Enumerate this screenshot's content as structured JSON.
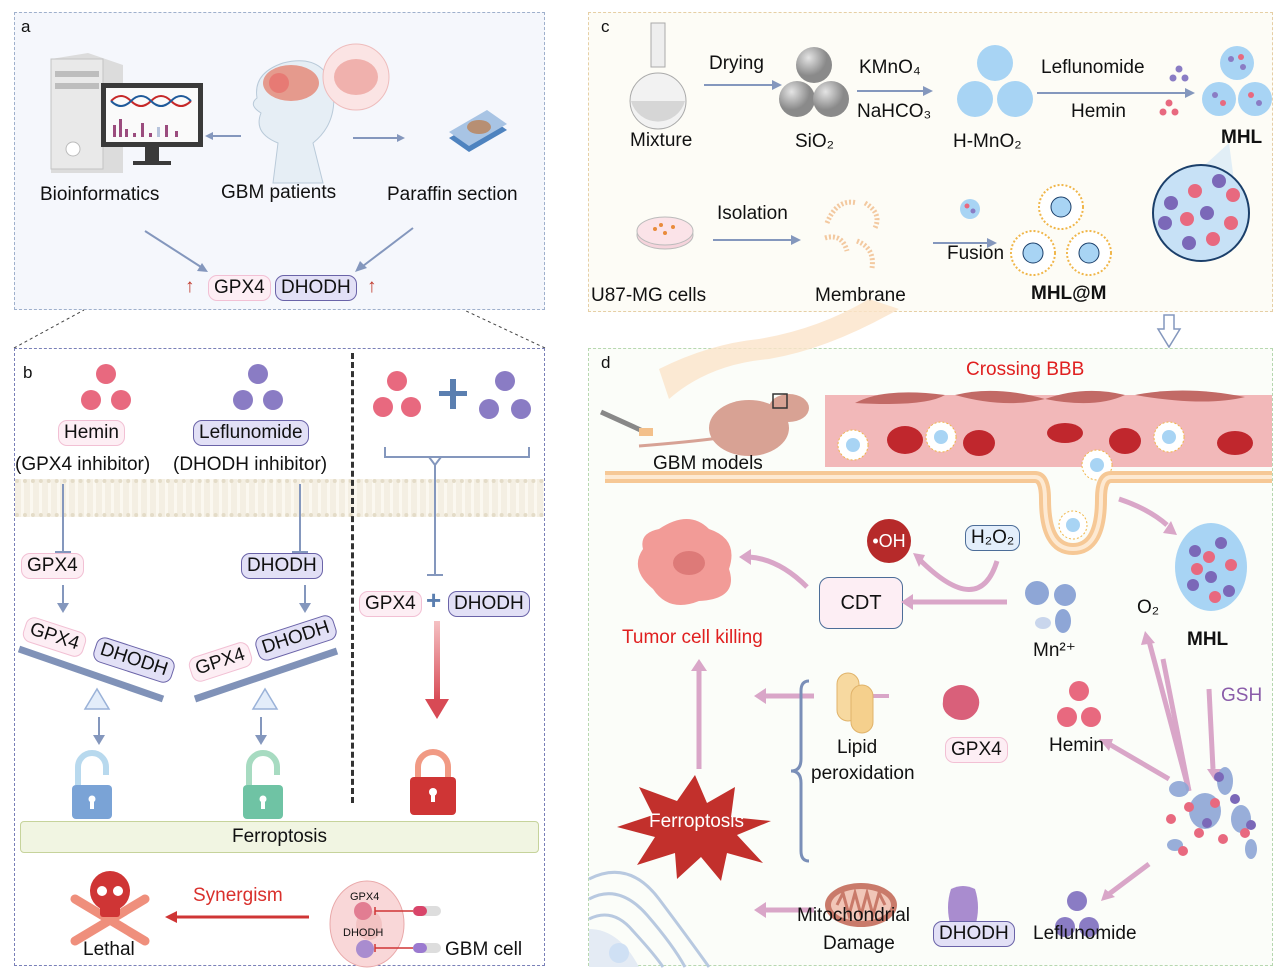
{
  "panels": {
    "a": {
      "label": "a",
      "bioinformatics": "Bioinformatics",
      "gbm_patients": "GBM patients",
      "paraffin_section": "Paraffin section",
      "gpx4": "GPX4",
      "dhodh": "DHODH",
      "up_arrow": "↑"
    },
    "b": {
      "label": "b",
      "hemin": "Hemin",
      "leflunomide": "Leflunomide",
      "gpx4_inhibitor": "(GPX4 inhibitor)",
      "dhodh_inhibitor": "(DHODH inhibitor)",
      "gpx4": "GPX4",
      "dhodh": "DHODH",
      "plus": "+",
      "ferroptosis": "Ferroptosis",
      "synergism": "Synergism",
      "lethal": "Lethal",
      "gbm_cell": "GBM cell",
      "cell_gpx4": "GPX4",
      "cell_dhodh": "DHODH"
    },
    "c": {
      "label": "c",
      "mixture": "Mixture",
      "drying": "Drying",
      "sio2": "SiO₂",
      "kmno4": "KMnO₄",
      "nahco3": "NaHCO₃",
      "h_mno2": "H-MnO₂",
      "leflunomide": "Leflunomide",
      "hemin": "Hemin",
      "mhl": "MHL",
      "u87": "U87-MG cells",
      "isolation": "Isolation",
      "membrane": "Membrane",
      "fusion": "Fusion",
      "mhl_m": "MHL@M"
    },
    "d": {
      "label": "d",
      "crossing_bbb": "Crossing BBB",
      "gbm_models": "GBM models",
      "oh": "•OH",
      "h2o2": "H₂O₂",
      "cdt": "CDT",
      "tumor_cell_killing": "Tumor cell killing",
      "mn2": "Mn²⁺",
      "o2": "O₂",
      "mhl": "MHL",
      "gsh": "GSH",
      "ferroptosis": "Ferroptosis",
      "lipid": "Lipid",
      "peroxidation": "peroxidation",
      "gpx4": "GPX4",
      "hemin": "Hemin",
      "mito1": "Mitochondrial",
      "mito2": "Damage",
      "dhodh": "DHODH",
      "leflunomide": "Leflunomide"
    }
  },
  "colors": {
    "hemin": "#e8697f",
    "leflunomide": "#8a7cc4",
    "arrow": "#8497bd",
    "accent_red": "#d9302c",
    "pink_arrow": "#d9a6c8"
  }
}
